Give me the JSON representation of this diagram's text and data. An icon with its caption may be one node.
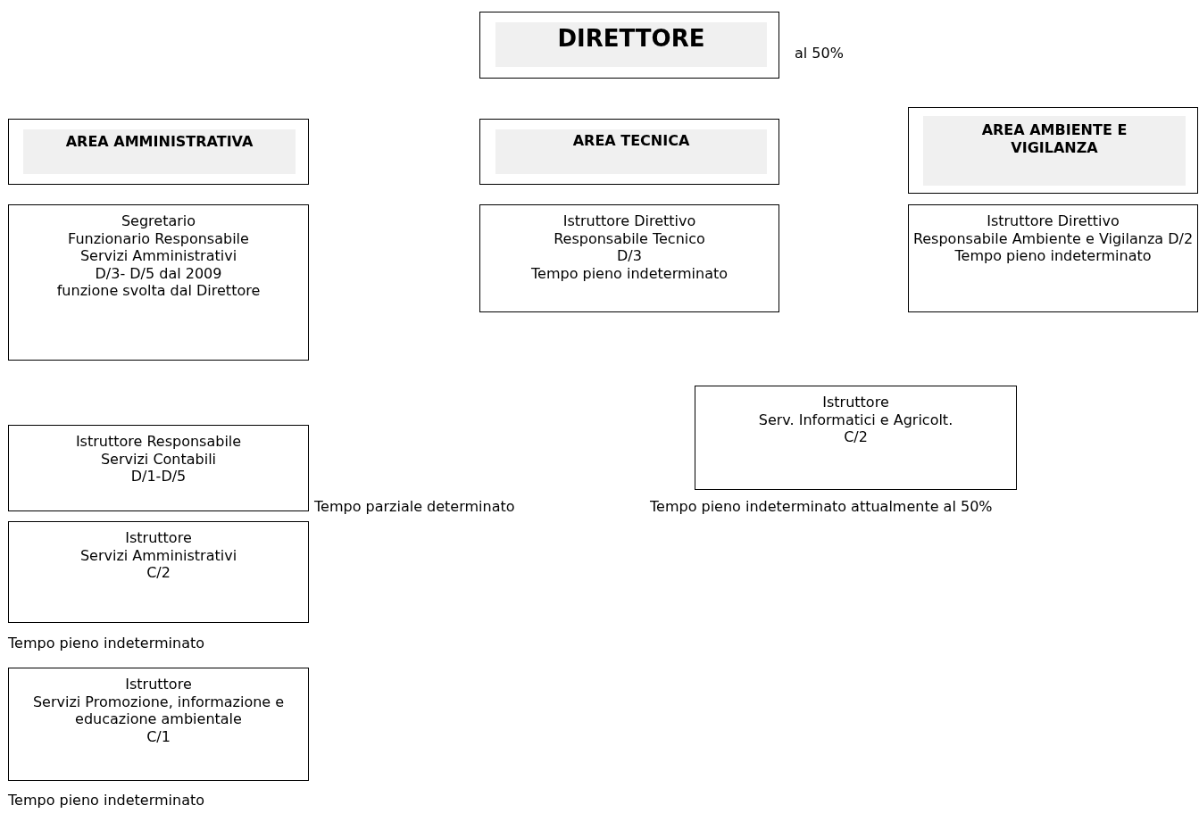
{
  "diagram": {
    "nodes": [
      {
        "text": [
          "DIRETTORE"
        ],
        "beside": [
          "al 50%"
        ]
      },
      {
        "text": [
          "AREA AMMINISTRATIVA"
        ]
      },
      {
        "text": [
          "AREA TECNICA"
        ]
      },
      {
        "text": [
          "AREA AMBIENTE E VIGILANZA"
        ]
      },
      {
        "text": [
          "Segretario",
          "Funzionario Responsabile",
          "Servizi Amministrativi",
          "D/3- D/5 dal 2009",
          "funzione svolta dal Direttore"
        ]
      },
      {
        "text": [
          "Istruttore Direttivo",
          "Responsabile Tecnico",
          "D/3",
          "Tempo pieno indeterminato"
        ]
      },
      {
        "text": [
          "Istruttore Direttivo",
          "Responsabile Ambiente e Vigilanza D/2",
          "Tempo pieno indeterminato"
        ]
      },
      {
        "text": [
          "Istruttore",
          "Serv. Informatici e Agricolt.",
          "C/2"
        ],
        "beside": [
          "Tempo pieno indeterminato attualmente al 50%"
        ]
      },
      {
        "text": [
          "Istruttore Responsabile",
          "Servizi Contabili",
          "D/1-D/5"
        ],
        "beside": [
          "Tempo parziale determinato"
        ]
      },
      {
        "text": [
          "Istruttore",
          "Servizi Amministrativi",
          "C/2"
        ],
        "beside": [
          "Tempo pieno indeterminato"
        ]
      },
      {
        "text": [
          "Istruttore",
          "Servizi Promozione, informazione e educazione ambientale",
          "C/1"
        ],
        "beside": [
          "Tempo pieno indeterminato"
        ]
      }
    ]
  }
}
